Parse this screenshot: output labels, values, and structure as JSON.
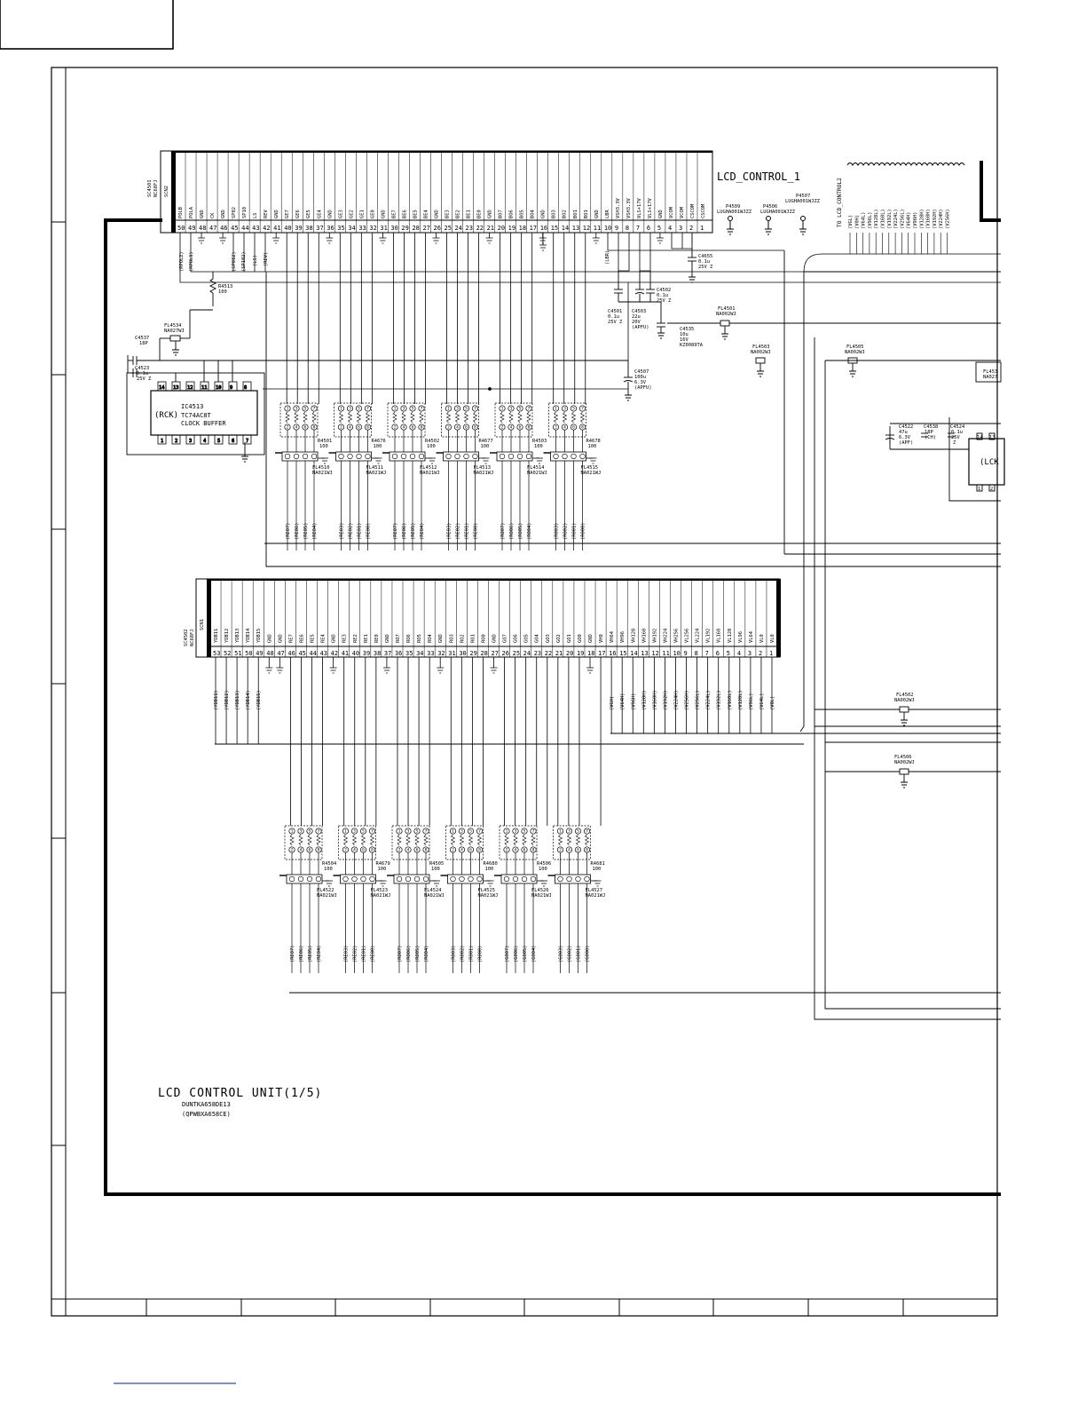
{
  "title": "LCD_CONTROL_1",
  "to_label": "TO LCD_CONTROL2",
  "unit": {
    "name": "LCD CONTROL UNIT(1/5)",
    "code1": "DUNTKA658DE13",
    "code2": "(QPWBXA658CE)"
  },
  "connector_top": {
    "ref": "SC4501",
    "part": "NC68FJ",
    "name": "SCN2",
    "pins": [
      {
        "n": "50",
        "s": "POLB"
      },
      {
        "n": "49",
        "s": "POLA"
      },
      {
        "n": "48",
        "s": "GND"
      },
      {
        "n": "47",
        "s": "CK"
      },
      {
        "n": "46",
        "s": "GND"
      },
      {
        "n": "45",
        "s": "SP02"
      },
      {
        "n": "44",
        "s": "SP10"
      },
      {
        "n": "43",
        "s": "LS"
      },
      {
        "n": "42",
        "s": "REV"
      },
      {
        "n": "41",
        "s": "GND"
      },
      {
        "n": "40",
        "s": "GE7"
      },
      {
        "n": "39",
        "s": "GE6"
      },
      {
        "n": "38",
        "s": "GE5"
      },
      {
        "n": "37",
        "s": "GE4"
      },
      {
        "n": "36",
        "s": "GND"
      },
      {
        "n": "35",
        "s": "GE3"
      },
      {
        "n": "34",
        "s": "GE2"
      },
      {
        "n": "33",
        "s": "GE1"
      },
      {
        "n": "32",
        "s": "GE0"
      },
      {
        "n": "31",
        "s": "GND"
      },
      {
        "n": "30",
        "s": "BE7"
      },
      {
        "n": "29",
        "s": "BE6"
      },
      {
        "n": "28",
        "s": "BE5"
      },
      {
        "n": "27",
        "s": "BE4"
      },
      {
        "n": "26",
        "s": "GND"
      },
      {
        "n": "25",
        "s": "BE3"
      },
      {
        "n": "24",
        "s": "BE2"
      },
      {
        "n": "23",
        "s": "BE1"
      },
      {
        "n": "22",
        "s": "BE0"
      },
      {
        "n": "21",
        "s": "GND"
      },
      {
        "n": "20",
        "s": "BO7"
      },
      {
        "n": "19",
        "s": "BO6"
      },
      {
        "n": "18",
        "s": "BO5"
      },
      {
        "n": "17",
        "s": "BO4"
      },
      {
        "n": "16",
        "s": "GND"
      },
      {
        "n": "15",
        "s": "BO3"
      },
      {
        "n": "14",
        "s": "BO2"
      },
      {
        "n": "13",
        "s": "BO1"
      },
      {
        "n": "12",
        "s": "BO1"
      },
      {
        "n": "11",
        "s": "GND"
      },
      {
        "n": "10",
        "s": "LBR"
      },
      {
        "n": "9",
        "s": "VSH3.3V"
      },
      {
        "n": "8",
        "s": "VSH3.3V"
      },
      {
        "n": "7",
        "s": "VLS+17V"
      },
      {
        "n": "6",
        "s": "VLS+17V"
      },
      {
        "n": "5",
        "s": "GND"
      },
      {
        "n": "4",
        "s": "VCOM"
      },
      {
        "n": "3",
        "s": "VCOM"
      },
      {
        "n": "2",
        "s": "CSCOM"
      },
      {
        "n": "1",
        "s": "CSCOM"
      }
    ],
    "nets": [
      "(RPOL2)",
      "(RPOL1)",
      "(SP012)",
      "(SP102)",
      "(LS)",
      "(REV)",
      "(LBR)"
    ]
  },
  "connector_bottom": {
    "ref": "SC4502",
    "part": "NC68FJ",
    "name": "SCN1",
    "pins": [
      {
        "n": "53",
        "s": "YDB11"
      },
      {
        "n": "52",
        "s": "YDB12"
      },
      {
        "n": "51",
        "s": "YDB13"
      },
      {
        "n": "50",
        "s": "YDB14"
      },
      {
        "n": "49",
        "s": "YDB15"
      },
      {
        "n": "48",
        "s": "GND"
      },
      {
        "n": "47",
        "s": "GND"
      },
      {
        "n": "46",
        "s": "RE7"
      },
      {
        "n": "45",
        "s": "RE6"
      },
      {
        "n": "44",
        "s": "RE5"
      },
      {
        "n": "43",
        "s": "RE4"
      },
      {
        "n": "42",
        "s": "GND"
      },
      {
        "n": "41",
        "s": "RE3"
      },
      {
        "n": "40",
        "s": "RE2"
      },
      {
        "n": "39",
        "s": "RE1"
      },
      {
        "n": "38",
        "s": "RE0"
      },
      {
        "n": "37",
        "s": "GND"
      },
      {
        "n": "36",
        "s": "RO7"
      },
      {
        "n": "35",
        "s": "RO6"
      },
      {
        "n": "34",
        "s": "RO5"
      },
      {
        "n": "33",
        "s": "RO4"
      },
      {
        "n": "32",
        "s": "GND"
      },
      {
        "n": "31",
        "s": "RO3"
      },
      {
        "n": "30",
        "s": "RO2"
      },
      {
        "n": "29",
        "s": "RO1"
      },
      {
        "n": "28",
        "s": "RO0"
      },
      {
        "n": "27",
        "s": "GND"
      },
      {
        "n": "26",
        "s": "GO7"
      },
      {
        "n": "25",
        "s": "GO6"
      },
      {
        "n": "24",
        "s": "GO5"
      },
      {
        "n": "23",
        "s": "GO4"
      },
      {
        "n": "22",
        "s": "GO3"
      },
      {
        "n": "21",
        "s": "GO2"
      },
      {
        "n": "20",
        "s": "GO1"
      },
      {
        "n": "19",
        "s": "GO0"
      },
      {
        "n": "18",
        "s": "GND"
      },
      {
        "n": "17",
        "s": "VH0"
      },
      {
        "n": "16",
        "s": "VH64"
      },
      {
        "n": "15",
        "s": "VH96"
      },
      {
        "n": "14",
        "s": "VH128"
      },
      {
        "n": "13",
        "s": "VH160"
      },
      {
        "n": "12",
        "s": "VH192"
      },
      {
        "n": "11",
        "s": "VH224"
      },
      {
        "n": "10",
        "s": "VH256"
      },
      {
        "n": "9",
        "s": "VL256"
      },
      {
        "n": "8",
        "s": "VL224"
      },
      {
        "n": "7",
        "s": "VL192"
      },
      {
        "n": "6",
        "s": "VL160"
      },
      {
        "n": "5",
        "s": "VL128"
      },
      {
        "n": "4",
        "s": "VL96"
      },
      {
        "n": "3",
        "s": "VL64"
      },
      {
        "n": "2",
        "s": "VL0"
      },
      {
        "n": "1",
        "s": "VL0"
      }
    ],
    "nets_left": [
      "(YDB11)",
      "(YDB12)",
      "(YDB13)",
      "(YDB14)",
      "(YDB15)"
    ],
    "nets_right": [
      "(VGH)",
      "(V64H)",
      "(V96H)",
      "(V128H)",
      "(V160H)",
      "(V192H)",
      "(V224H)",
      "(V256H)",
      "(V256L)",
      "(V224L)",
      "(V192L)",
      "(V160L)",
      "(V128L)",
      "(V96L)",
      "(V64L)",
      "(V0L)"
    ]
  },
  "ic": {
    "ref": "IC4513",
    "part": "TC74AC8T",
    "desc": "CLOCK BUFFER",
    "label": "(RCK)",
    "pins_top": [
      "14",
      "13",
      "12",
      "11",
      "10",
      "9",
      "8"
    ],
    "pins_bottom": [
      "1",
      "2",
      "3",
      "4",
      "5",
      "6",
      "7"
    ]
  },
  "ic_right": {
    "label": "(LCK",
    "pins_top": [
      "14",
      "13"
    ],
    "pins_bottom": [
      "1",
      "2"
    ],
    "ref": "FL453",
    "part": "NA027"
  },
  "rarray_pins_top": [
    "1",
    "3",
    "5",
    "7"
  ],
  "rarray_pins_bottom": [
    "2",
    "4",
    "6",
    "8"
  ],
  "arrays_top": [
    {
      "r": "R4501",
      "v": "100",
      "fl": "FL4510",
      "flp": "NA021WJ",
      "nets": [
        "(RE07)",
        "(RE06)",
        "(RE05)",
        "(RE04)"
      ]
    },
    {
      "r": "R4676",
      "v": "100",
      "fl": "FL4511",
      "flp": "NA021WJ",
      "nets": [
        "(RE03)",
        "(RE02)",
        "(RE01)",
        "(RE00)"
      ]
    },
    {
      "r": "R4502",
      "v": "100",
      "fl": "FL4512",
      "flp": "NA021WJ",
      "nets": [
        "(RE07)",
        "(RE06)",
        "(RE05)",
        "(RE04)"
      ]
    },
    {
      "r": "R4677",
      "v": "100",
      "fl": "FL4513",
      "flp": "NA021WJ",
      "nets": [
        "(RE03)",
        "(RE02)",
        "(RE01)",
        "(RE00)"
      ]
    },
    {
      "r": "R4503",
      "v": "100",
      "fl": "FL4514",
      "flp": "NA021WJ",
      "nets": [
        "(RO07)",
        "(RO06)",
        "(RO05)",
        "(RO04)"
      ]
    },
    {
      "r": "R4678",
      "v": "100",
      "fl": "FL4515",
      "flp": "NA021WJ",
      "nets": [
        "(RO03)",
        "(RO02)",
        "(RO01)",
        "(RO00)"
      ]
    }
  ],
  "arrays_bottom": [
    {
      "r": "R4504",
      "v": "100",
      "fl": "FL4522",
      "flp": "NA021WJ",
      "nets": [
        "(RE07)",
        "(RE06)",
        "(RE05)",
        "(RE04)"
      ]
    },
    {
      "r": "R4679",
      "v": "100",
      "fl": "FL4523",
      "flp": "NA021WJ",
      "nets": [
        "(RE03)",
        "(RE02)",
        "(RE01)",
        "(RE00)"
      ]
    },
    {
      "r": "R4505",
      "v": "100",
      "fl": "FL4524",
      "flp": "NA021WJ",
      "nets": [
        "(RO07)",
        "(RO06)",
        "(RO05)",
        "(RO04)"
      ]
    },
    {
      "r": "R4680",
      "v": "100",
      "fl": "FL4525",
      "flp": "NA021WJ",
      "nets": [
        "(RO03)",
        "(RO02)",
        "(RO01)",
        "(RO00)"
      ]
    },
    {
      "r": "R4506",
      "v": "100",
      "fl": "FL4526",
      "flp": "NA021WJ",
      "nets": [
        "(GO07)",
        "(GO06)",
        "(GO05)",
        "(GO04)"
      ]
    },
    {
      "r": "R4681",
      "v": "100",
      "fl": "FL4527",
      "flp": "NA021WJ",
      "nets": [
        "(GO03)",
        "(GO02)",
        "(GO01)",
        "(GO00)"
      ]
    }
  ],
  "parts": {
    "P4509": {
      "ref": "P4509",
      "part": "LUGHA001WJZZ"
    },
    "P4506": {
      "ref": "P4506",
      "part": "LUGHA001WJZZ"
    },
    "P4507": {
      "ref": "P4507",
      "part": "LUGHA001WJZZ"
    },
    "C4655": {
      "ref": "C4655",
      "v1": "0.1u",
      "v2": "25V Z"
    },
    "C4502": {
      "ref": "C4502",
      "v1": "0.1u",
      "v2": "25V Z"
    },
    "C4501": {
      "ref": "C4501",
      "v1": "0.1u",
      "v2": "25V Z"
    },
    "C4503": {
      "ref": "C4503",
      "v1": "22u",
      "v2": "20V",
      "v3": "(APFU)"
    },
    "C4535": {
      "ref": "C4535",
      "v1": "10u",
      "v2": "16V",
      "v3": "KZ0089TA"
    },
    "FL4501": {
      "ref": "FL4501",
      "part": "NA002WJ"
    },
    "FL4503": {
      "ref": "FL4503",
      "part": "NA002WJ"
    },
    "FL4505": {
      "ref": "FL4505",
      "part": "NA002WJ"
    },
    "FL4502": {
      "ref": "FL4502",
      "part": "NA002WJ"
    },
    "FL4506": {
      "ref": "FL4506",
      "part": "NA002WJ"
    },
    "C4507": {
      "ref": "C4507",
      "v1": "100u",
      "v2": "6.3V",
      "v3": "(APFU)"
    },
    "R4513": {
      "ref": "R4513",
      "v": "100"
    },
    "FL4534": {
      "ref": "FL4534",
      "part": "NA027WJ"
    },
    "C4537": {
      "ref": "C4537",
      "v": "18P"
    },
    "C4523": {
      "ref": "C4523",
      "v1": "0.1u",
      "v2": "25V Z"
    },
    "C4522": {
      "ref": "C4522",
      "v1": "47u",
      "v2": "6.3V",
      "v3": "(APF)"
    },
    "C4538": {
      "ref": "C4538",
      "v1": "18P",
      "v2": "(CH)"
    },
    "C4524": {
      "ref": "C4524",
      "v1": "0.1u",
      "v2": "25V",
      "v3": "Z"
    }
  },
  "right_nets": [
    "(VGL)",
    "(V0H)",
    "(V64L)",
    "(V96L)",
    "(V128L)",
    "(V160L)",
    "(V192L)",
    "(V224L)",
    "(V256L)",
    "(V64H)",
    "(V96H)",
    "(V128H)",
    "(V160H)",
    "(V192H)",
    "(V224H)",
    "(V256H)"
  ]
}
